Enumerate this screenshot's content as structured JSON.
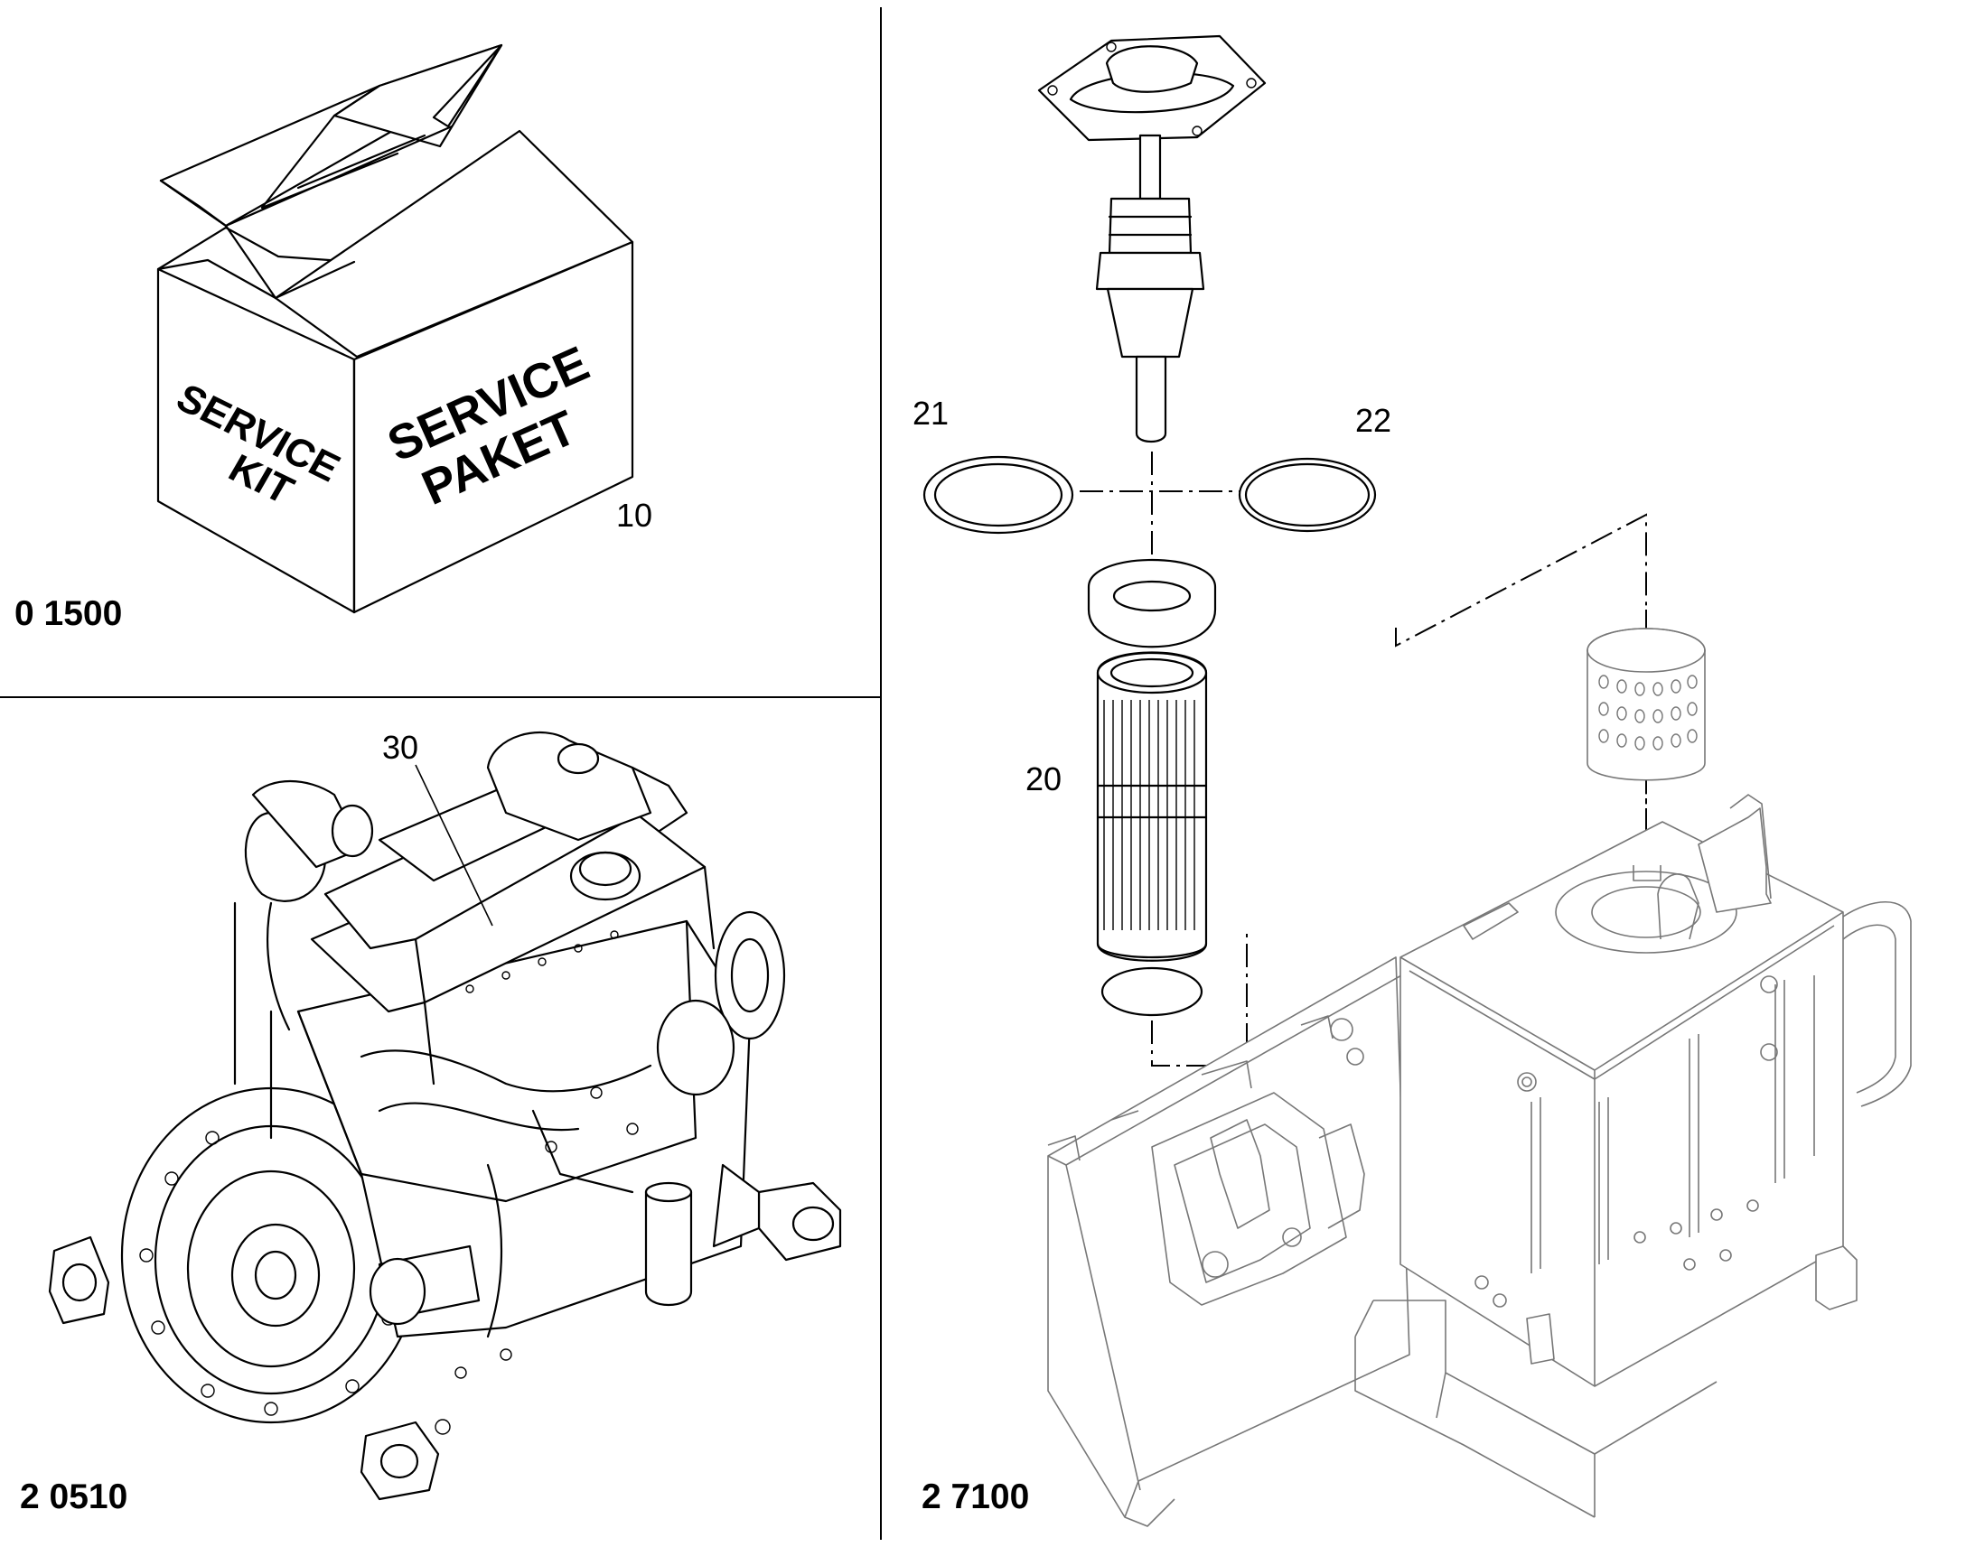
{
  "panels": {
    "service_kit": {
      "group_code": "0 1500",
      "box_text_left_1": "SERVICE",
      "box_text_left_2": "KIT",
      "box_text_right_1": "SERVICE",
      "box_text_right_2": "PAKET",
      "callout": "10"
    },
    "engine": {
      "group_code": "2 0510",
      "callout": "30"
    },
    "hydraulic_tank": {
      "group_code": "2 7100",
      "callouts": [
        "20",
        "21",
        "22"
      ]
    }
  },
  "colors": {
    "line": "#000000",
    "background": "#ffffff",
    "tank_line": "#777777"
  }
}
